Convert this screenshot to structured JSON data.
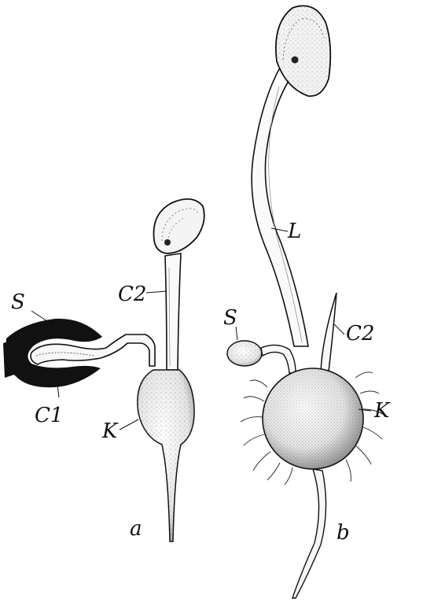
{
  "figure": {
    "panel_a": {
      "label": "a",
      "parts": {
        "seed_coat": "S",
        "cotyledon_1": "C1",
        "cotyledon_2": "C2",
        "tuber": "K"
      }
    },
    "panel_b": {
      "label": "b",
      "parts": {
        "seed": "S",
        "leaf": "L",
        "cotyledon_2": "C2",
        "tuber": "K"
      }
    },
    "colors": {
      "ink": "#111111",
      "paper": "#ffffff",
      "stipple": "#555555"
    }
  }
}
